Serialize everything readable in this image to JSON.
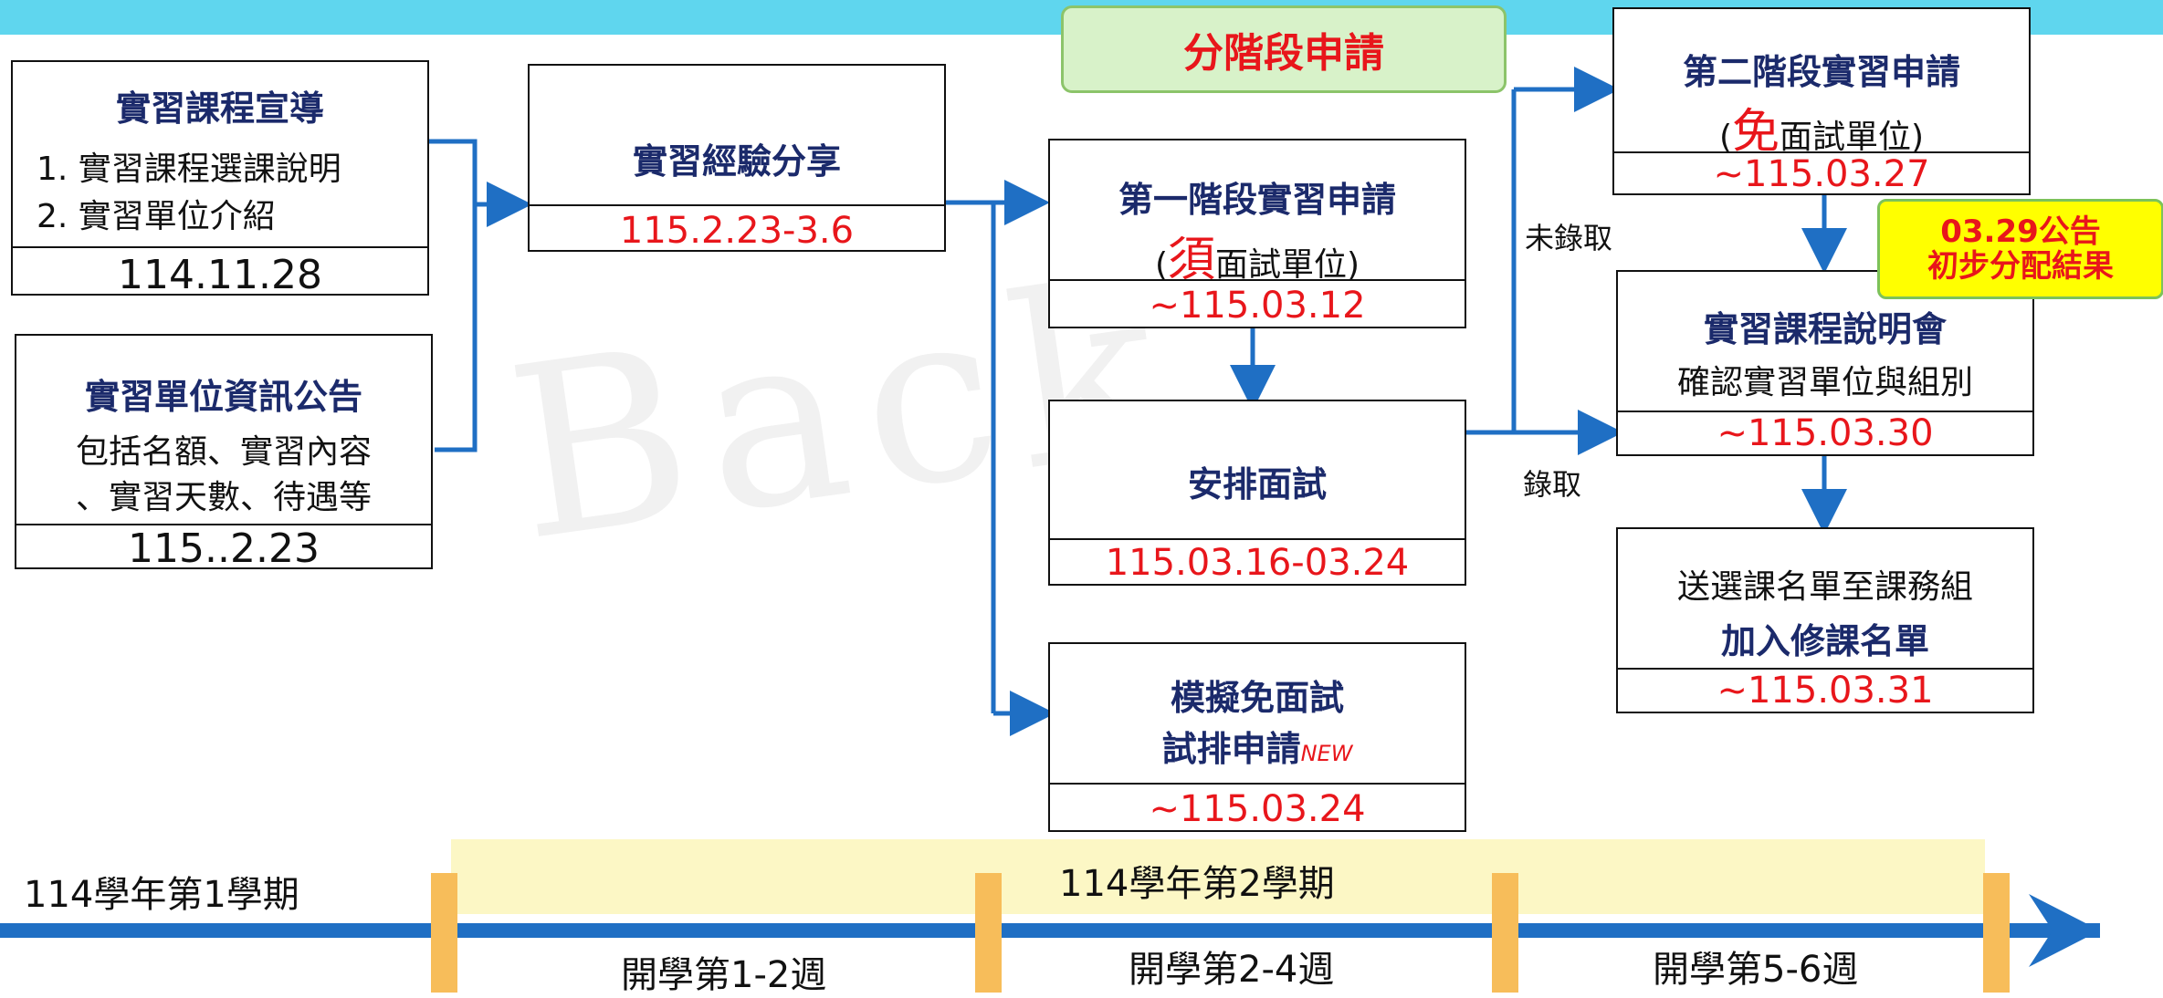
{
  "phase_title": "分階段申請",
  "boxes": {
    "promo": {
      "title": "實習課程宣導",
      "item1": "1. 實習課程選課說明",
      "item2": "2. 實習單位介紹",
      "date": "114.11.28"
    },
    "info": {
      "title": "實習單位資訊公告",
      "line1": "包括名額、實習內容",
      "line2": "、實習天數、待遇等",
      "date": "115..2.23"
    },
    "share": {
      "title": "實習經驗分享",
      "date": "115.2.23-3.6"
    },
    "stage1": {
      "title": "第一階段實習申請",
      "sub_pre": "(",
      "sub_big": "須",
      "sub_post": "面試單位)",
      "date": "~115.03.12"
    },
    "interview": {
      "title": "安排面試",
      "date": "115.03.16-03.24"
    },
    "mock": {
      "title1": "模擬免面試",
      "title2": "試排申請",
      "new_tag": "NEW",
      "date": "~115.03.24"
    },
    "stage2": {
      "title": "第二階段實習申請",
      "sub_pre": "(",
      "sub_big": "免",
      "sub_post": "面試單位)",
      "date": "~115.03.27"
    },
    "briefing": {
      "title": "實習課程說明會",
      "sub": "確認實習單位與組別",
      "date": "~115.03.30"
    },
    "submit": {
      "line1": "送選課名單至課務組",
      "line2": "加入修課名單",
      "date": "~115.03.31"
    }
  },
  "notice": {
    "line1": "03.29公告",
    "line2": "初步分配結果"
  },
  "labels": {
    "not_admitted": "未錄取",
    "admitted": "錄取"
  },
  "timeline": {
    "sem1": "114學年第1學期",
    "sem2": "114學年第2學期",
    "weeks": [
      "開學第1-2週",
      "開學第2-4週",
      "開學第5-6週"
    ]
  },
  "colors": {
    "arrow": "#1f6fc4",
    "navy": "#1b2a6b",
    "red": "#e8161b",
    "tick": "#f7bd5a",
    "band": "#fcf7c5",
    "topbar": "#5fd6ee"
  }
}
